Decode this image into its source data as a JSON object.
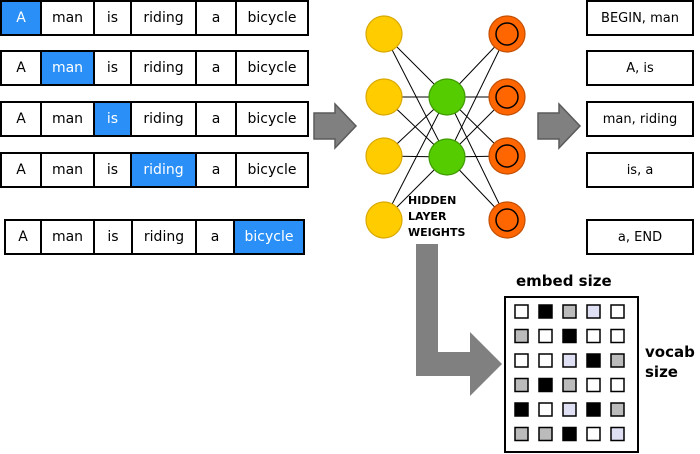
{
  "sentences": [
    {
      "tokens": [
        "A",
        "man",
        "is",
        "riding",
        "a",
        "bicycle"
      ],
      "highlight": 0
    },
    {
      "tokens": [
        "A",
        "man",
        "is",
        "riding",
        "a",
        "bicycle"
      ],
      "highlight": 1
    },
    {
      "tokens": [
        "A",
        "man",
        "is",
        "riding",
        "a",
        "bicycle"
      ],
      "highlight": 2
    },
    {
      "tokens": [
        "A",
        "man",
        "is",
        "riding",
        "a",
        "bicycle"
      ],
      "highlight": 3
    },
    {
      "tokens": [
        "A",
        "man",
        "is",
        "riding",
        "a",
        "bicycle"
      ],
      "highlight": 5
    }
  ],
  "contexts": [
    "BEGIN, man",
    "A, is",
    "man, riding",
    "is, a",
    "a, END"
  ],
  "network": {
    "hidden_label": [
      "HIDDEN",
      "LAYER",
      "WEIGHTS"
    ],
    "input_color": "#ffcc00",
    "hidden_color": "#55cc00",
    "output_color": "#ff6600"
  },
  "matrix": {
    "col_label": "embed size",
    "row_label": [
      "vocab",
      "size"
    ],
    "cells": [
      [
        "w",
        "k",
        "g",
        "p",
        "w"
      ],
      [
        "g",
        "w",
        "k",
        "w",
        "w"
      ],
      [
        "w",
        "w",
        "p",
        "k",
        "g"
      ],
      [
        "g",
        "k",
        "g",
        "w",
        "w"
      ],
      [
        "k",
        "w",
        "p",
        "k",
        "g"
      ],
      [
        "g",
        "g",
        "k",
        "w",
        "p"
      ]
    ],
    "shade_colors": {
      "w": "#ffffff",
      "k": "#000000",
      "g": "#bbbbbb",
      "p": "#e0e0f4"
    }
  },
  "colors": {
    "highlight": "#2a8ff7",
    "arrow": "#808080"
  }
}
